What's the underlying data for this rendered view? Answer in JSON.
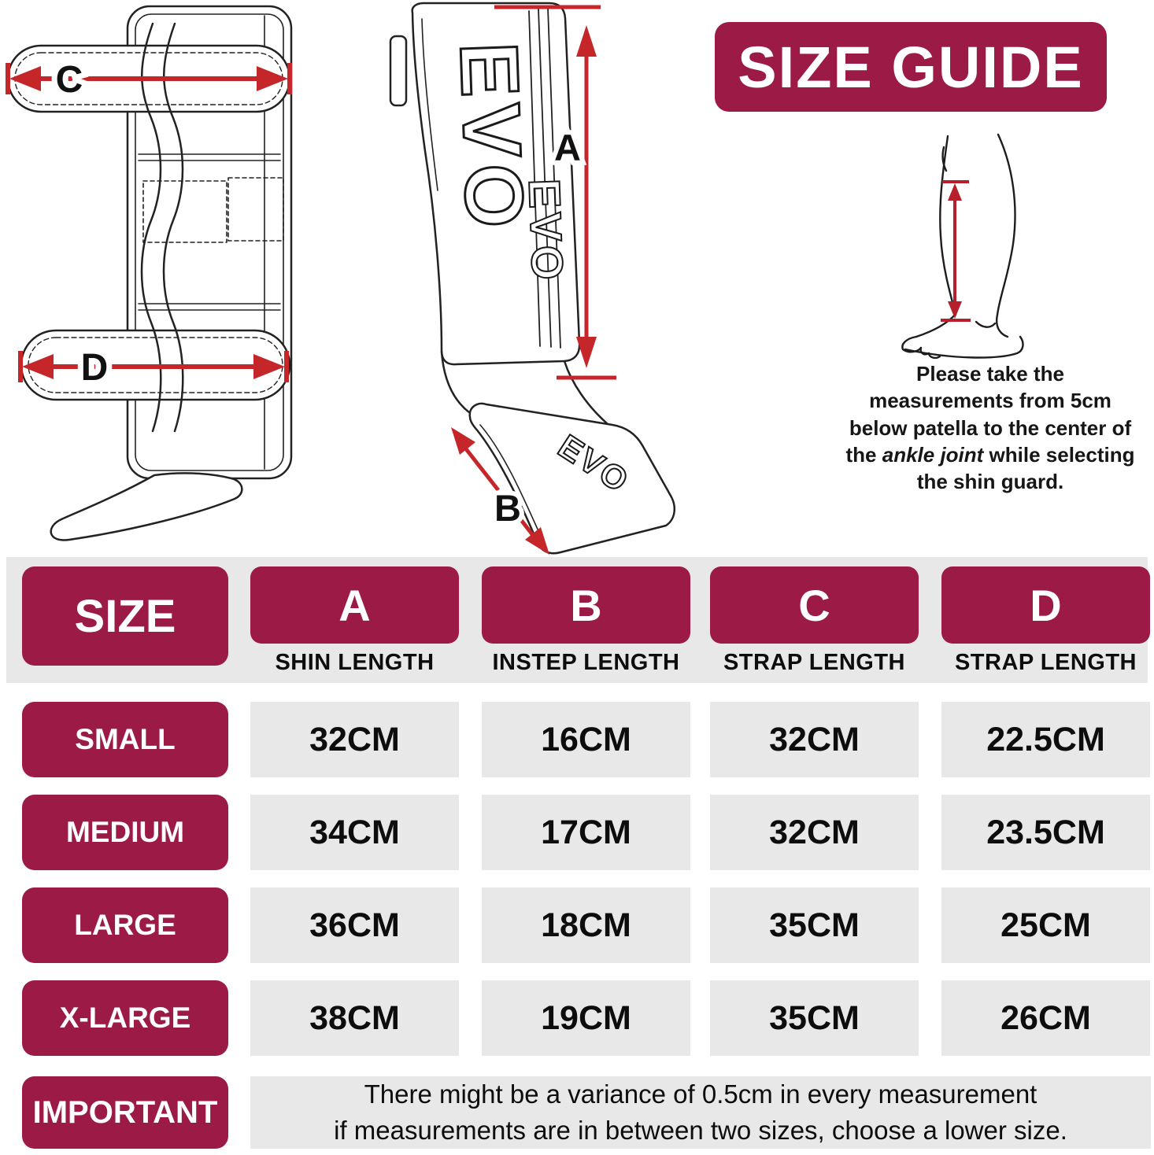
{
  "title": "SIZE GUIDE",
  "brand": "EVO",
  "colors": {
    "maroon": "#9B1B46",
    "cell_gray": "#E8E8E8",
    "arrow_red": "#C4262A"
  },
  "diagram_labels": {
    "a": "A",
    "b": "B",
    "c": "C",
    "d": "D"
  },
  "instruction": {
    "pre": "Please take the measurements from 5cm below patella to the center of the ",
    "italic": "ankle joint",
    "post": " while selecting the shin guard."
  },
  "table": {
    "size_header": "SIZE",
    "columns": [
      {
        "letter": "A",
        "label": "SHIN LENGTH"
      },
      {
        "letter": "B",
        "label": "INSTEP LENGTH"
      },
      {
        "letter": "C",
        "label": "STRAP LENGTH"
      },
      {
        "letter": "D",
        "label": "STRAP LENGTH"
      }
    ],
    "rows": [
      {
        "size": "SMALL",
        "values": [
          "32CM",
          "16CM",
          "32CM",
          "22.5CM"
        ]
      },
      {
        "size": "MEDIUM",
        "values": [
          "34CM",
          "17CM",
          "32CM",
          "23.5CM"
        ]
      },
      {
        "size": "LARGE",
        "values": [
          "36CM",
          "18CM",
          "35CM",
          "25CM"
        ]
      },
      {
        "size": "X-LARGE",
        "values": [
          "38CM",
          "19CM",
          "35CM",
          "26CM"
        ]
      }
    ],
    "important_label": "IMPORTANT",
    "note_lines": [
      "There might be a variance of 0.5cm in every measurement",
      "if measurements are in between two sizes, choose a lower size."
    ]
  }
}
